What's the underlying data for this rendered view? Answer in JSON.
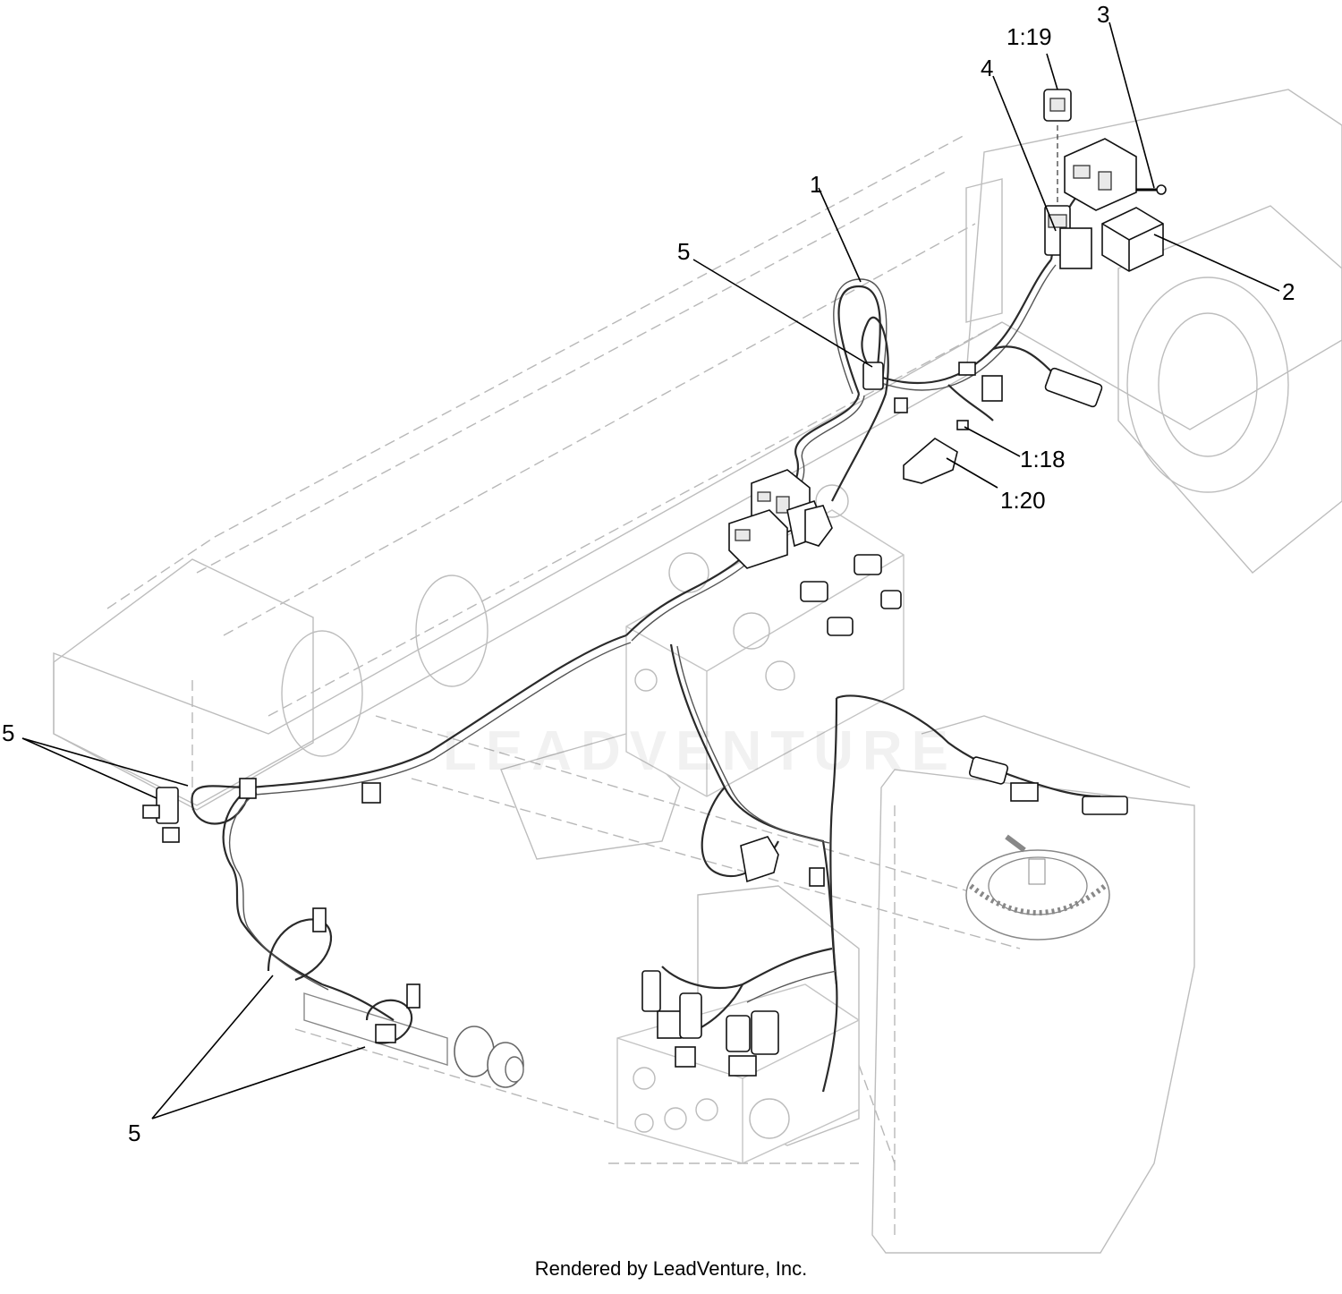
{
  "callouts": {
    "c_1_19": "1:19",
    "c_3": "3",
    "c_4": "4",
    "c_1": "1",
    "c_5_top": "5",
    "c_2": "2",
    "c_1_18": "1:18",
    "c_1_20": "1:20",
    "c_5_left": "5",
    "c_5_bottom": "5"
  },
  "watermark": "LEADVENTURE",
  "footer": "Rendered by LeadVenture, Inc."
}
